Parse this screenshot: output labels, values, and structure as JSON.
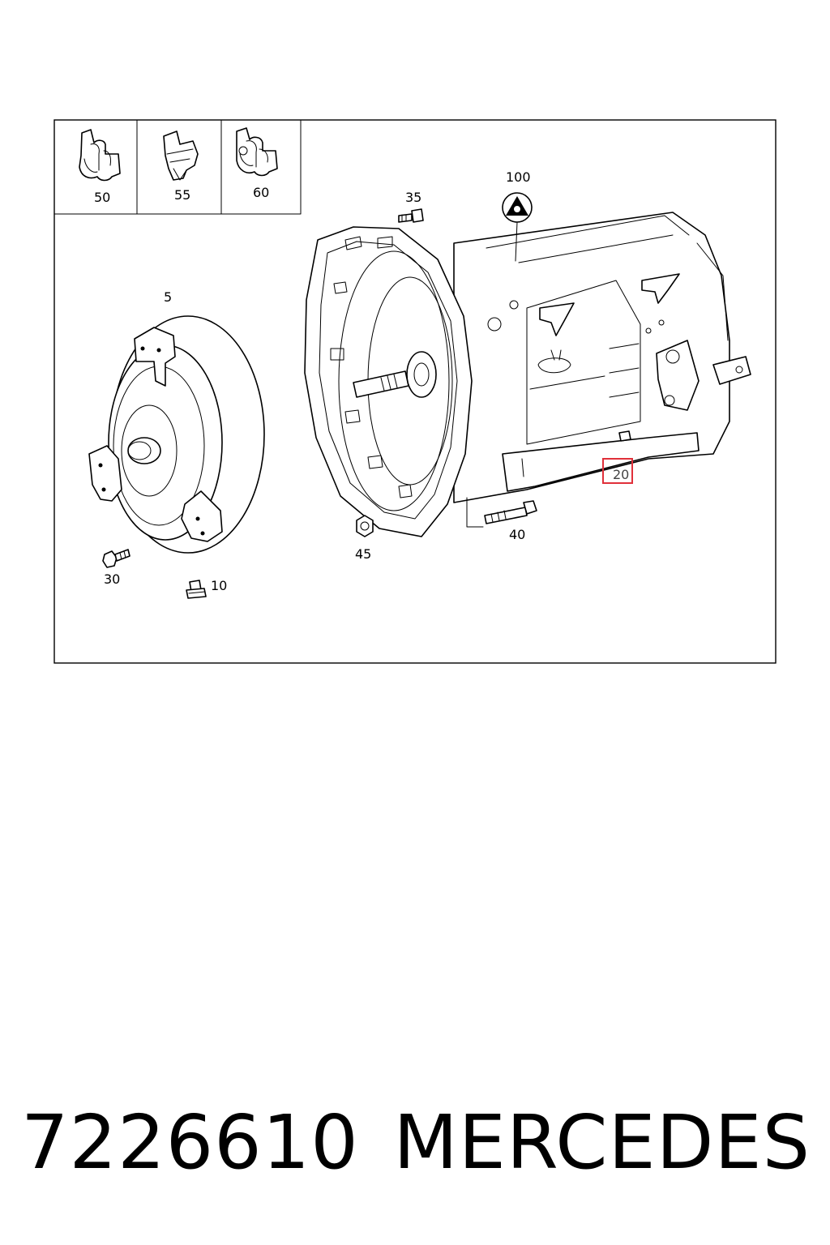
{
  "callouts": {
    "c5": "5",
    "c10": "10",
    "c20": "20",
    "c30": "30",
    "c35": "35",
    "c40": "40",
    "c45": "45",
    "c50": "50",
    "c55": "55",
    "c60": "60",
    "c100": "100"
  },
  "highlight": {
    "callout": "20",
    "color": "#e0303a"
  },
  "footer": {
    "part_number": "7226610",
    "brand": "MERCEDES"
  },
  "icons": [
    "clip-icon",
    "bracket-icon",
    "double-clip-icon",
    "torque-converter-icon",
    "transmission-housing-icon",
    "bolt-icon",
    "nut-icon",
    "plug-icon",
    "label-plate-icon"
  ]
}
